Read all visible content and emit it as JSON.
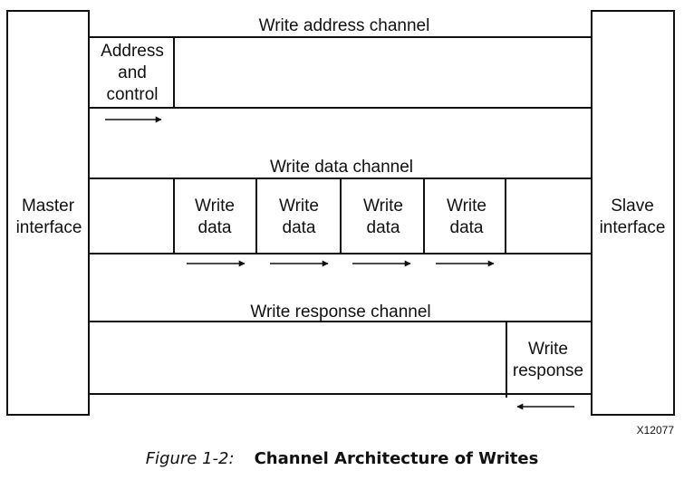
{
  "nodes": {
    "master": {
      "label_line1": "Master",
      "label_line2": "interface"
    },
    "slave": {
      "label_line1": "Slave",
      "label_line2": "interface"
    }
  },
  "channels": {
    "write_address": {
      "title": "Write address channel",
      "payload": {
        "line1": "Address",
        "line2": "and",
        "line3": "control"
      }
    },
    "write_data": {
      "title": "Write data channel",
      "payloads": [
        {
          "line1": "Write",
          "line2": "data"
        },
        {
          "line1": "Write",
          "line2": "data"
        },
        {
          "line1": "Write",
          "line2": "data"
        },
        {
          "line1": "Write",
          "line2": "data"
        }
      ]
    },
    "write_response": {
      "title": "Write response channel",
      "payload": {
        "line1": "Write",
        "line2": "response"
      }
    }
  },
  "figure_id": "X12077",
  "caption": {
    "number": "Figure 1-2:",
    "title": "Channel Architecture of Writes"
  }
}
